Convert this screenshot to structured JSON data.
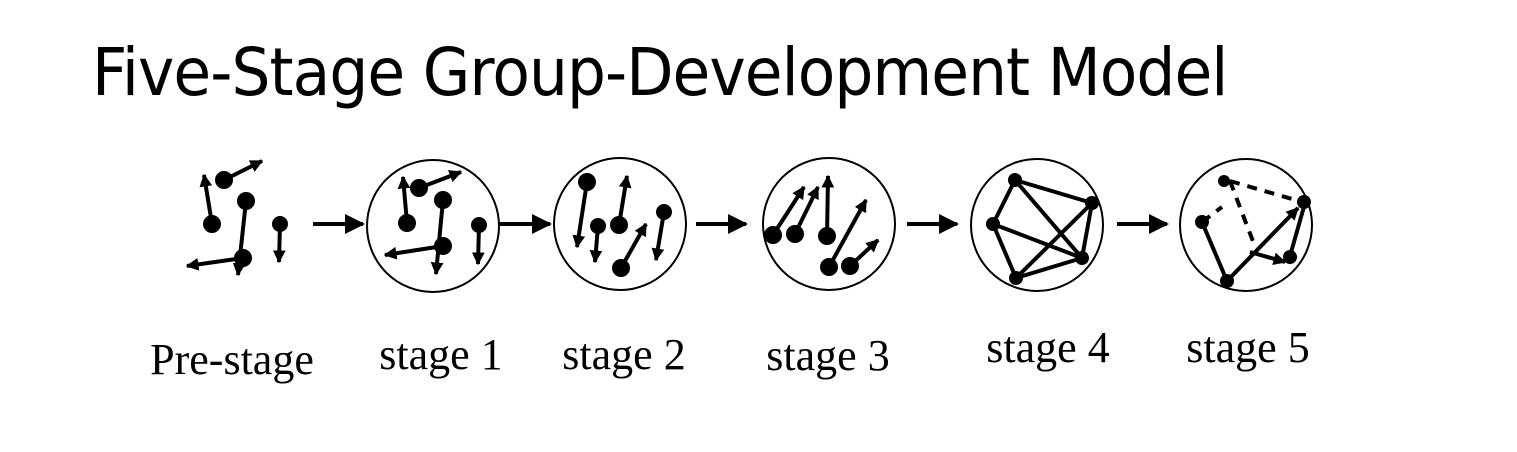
{
  "title": "Five-Stage Group-Development Model",
  "stages": [
    {
      "label": "Pre-stage",
      "enclosed": false
    },
    {
      "label": "stage 1",
      "enclosed": true
    },
    {
      "label": "stage 2",
      "enclosed": true
    },
    {
      "label": "stage 3",
      "enclosed": true
    },
    {
      "label": "stage 4",
      "enclosed": true
    },
    {
      "label": "stage 5",
      "enclosed": true
    }
  ],
  "colors": {
    "ink": "#000000",
    "background": "#ffffff"
  }
}
